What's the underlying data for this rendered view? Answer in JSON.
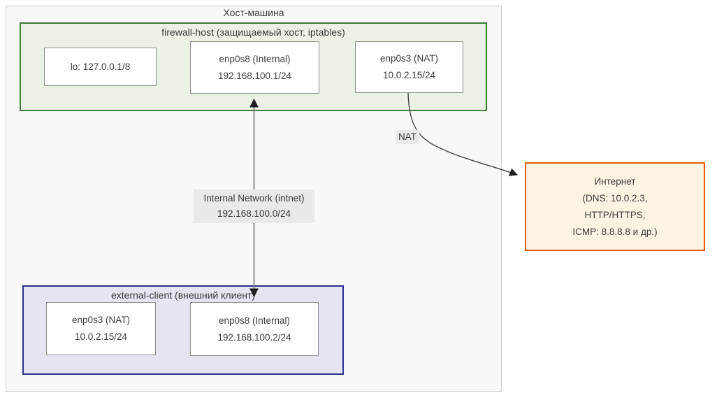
{
  "host_machine": {
    "title": "Хост-машина"
  },
  "groups": {
    "firewall_host": {
      "title": "firewall-host (защищаемый хост, iptables)"
    },
    "external_client": {
      "title": "external-client (внешний клиент)"
    }
  },
  "nodes": {
    "lo": {
      "line1": "lo: 127.0.0.1/8"
    },
    "fw_enp0s8": {
      "line1": "enp0s8 (Internal)",
      "line2": "192.168.100.1/24"
    },
    "fw_enp0s3": {
      "line1": "enp0s3 (NAT)",
      "line2": "10.0.2.15/24"
    },
    "ext_enp0s3": {
      "line1": "enp0s3 (NAT)",
      "line2": "10.0.2.15/24"
    },
    "ext_enp0s8": {
      "line1": "enp0s8 (Internal)",
      "line2": "192.168.100.2/24"
    },
    "internet": {
      "line1": "Интернет",
      "line2": "(DNS: 10.0.2.3,",
      "line3": "HTTP/HTTPS,",
      "line4": "ICMP: 8.8.8.8 и др.)"
    }
  },
  "edge_labels": {
    "nat": "NAT",
    "internal_network": {
      "line1": "Internal Network (intnet)",
      "line2": "192.168.100.0/24"
    }
  },
  "colors": {
    "firewall_border": "#3e7e38",
    "firewall_fill": "#e9f2e4",
    "client_border": "#2d2f8f",
    "client_fill": "#e5e5f2",
    "internet_border": "#e35b0d",
    "internet_fill": "#fdf3e2",
    "host_fill": "#f8f8f8",
    "host_border": "#c9c9c9",
    "node_border": "#8f8f8f",
    "edge_label_bg": "#e9e9e9",
    "connector": "#5f5f5f"
  }
}
